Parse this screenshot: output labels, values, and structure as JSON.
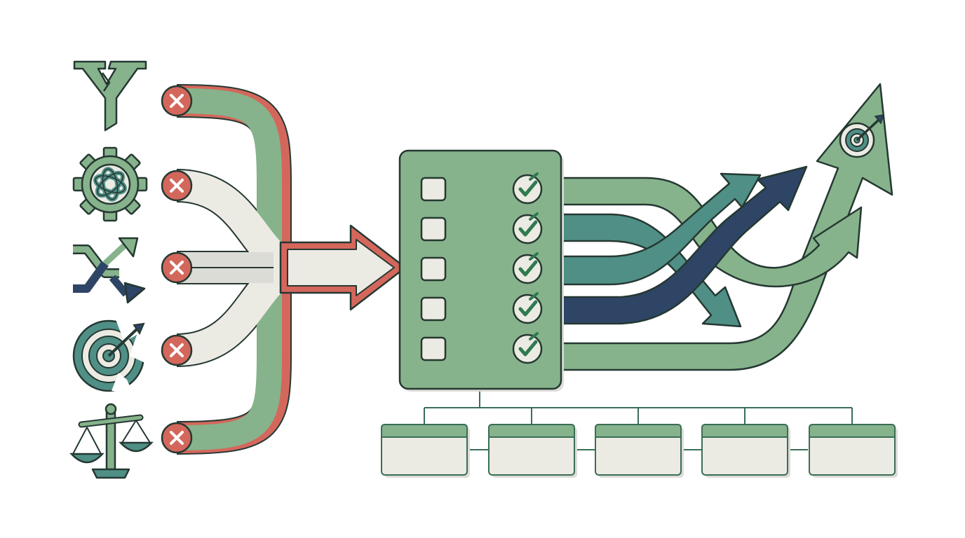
{
  "colors": {
    "green": "#86b38b",
    "teal": "#4f8f86",
    "navy": "#2e4566",
    "red": "#d4675c",
    "cream": "#ecebe3",
    "outline": "#253832",
    "shadow": "#dcdcd8",
    "white": "#ffffff"
  },
  "inputs": {
    "items": [
      {
        "icon": "broken-y-icon",
        "status": "rejected"
      },
      {
        "icon": "tangled-gear-icon",
        "status": "rejected"
      },
      {
        "icon": "shuffle-arrows-icon",
        "status": "rejected"
      },
      {
        "icon": "broken-target-icon",
        "status": "rejected"
      },
      {
        "icon": "balance-scale-icon",
        "status": "rejected"
      }
    ]
  },
  "checklist": {
    "items": [
      {
        "checked": false,
        "verified": true
      },
      {
        "checked": false,
        "verified": true
      },
      {
        "checked": false,
        "verified": true
      },
      {
        "checked": false,
        "verified": true
      },
      {
        "checked": false,
        "verified": true
      }
    ]
  },
  "outputs": {
    "goal_icon": "target-icon",
    "paths": [
      {
        "color": "green"
      },
      {
        "color": "teal"
      },
      {
        "color": "navy"
      },
      {
        "color": "teal"
      },
      {
        "color": "green"
      }
    ]
  },
  "hierarchy": {
    "cards": 5
  }
}
